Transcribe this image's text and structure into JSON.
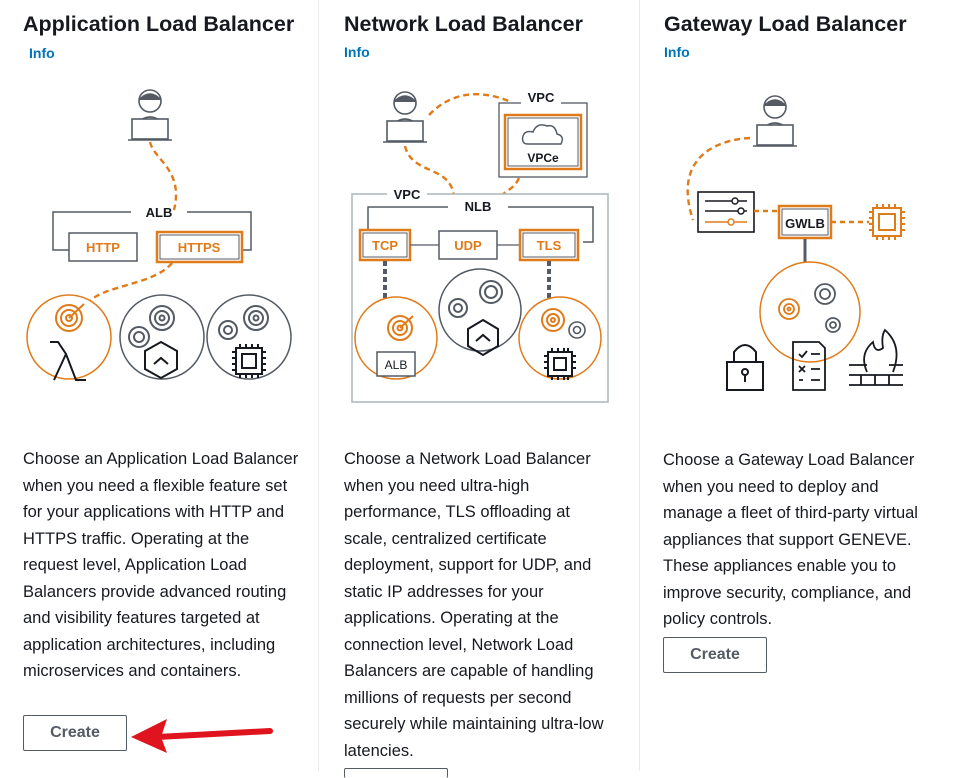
{
  "cards": [
    {
      "title": "Application Load Balancer",
      "info_label": "Info",
      "diagram_labels": {
        "group": "ALB",
        "listener_1": "HTTP",
        "listener_2": "HTTPS"
      },
      "description": "Choose an Application Load Balancer when you need a flexible feature set for your applications with HTTP and HTTPS traffic. Operating at the request level, Application Load Balancers provide advanced routing and visibility features targeted at application architectures, including microservices and containers.",
      "button_label": "Create"
    },
    {
      "title": "Network Load Balancer",
      "info_label": "Info",
      "diagram_labels": {
        "vpc_top": "VPC",
        "endpoint": "VPCe",
        "vpc": "VPC",
        "group": "NLB",
        "listener_1": "TCP",
        "listener_2": "UDP",
        "listener_3": "TLS",
        "target": "ALB"
      },
      "description": "Choose a Network Load Balancer when you need ultra-high performance, TLS offloading at scale, centralized certificate deployment, support for UDP, and static IP addresses for your applications. Operating at the connection level, Network Load Balancers are capable of handling millions of requests per second securely while maintaining ultra-low latencies.",
      "button_label": ""
    },
    {
      "title": "Gateway Load Balancer",
      "info_label": "Info",
      "diagram_labels": {
        "gateway": "GWLB"
      },
      "description": "Choose a Gateway Load Balancer when you need to deploy and manage a fleet of third-party virtual appliances that support GENEVE. These appliances enable you to improve security, compliance, and policy controls.",
      "button_label": "Create"
    }
  ],
  "colors": {
    "orange": "#e07b1a",
    "gray": "#545b64",
    "light_gray": "#aab7b8",
    "link": "#0073bb",
    "arrow": "#e0141e"
  },
  "icons": [
    "user-laptop-icon",
    "target-icon",
    "lambda-icon",
    "container-icon",
    "chip-icon",
    "vpce-cloud-icon",
    "lock-icon",
    "checklist-icon",
    "firewall-icon",
    "settings-sliders-icon"
  ]
}
